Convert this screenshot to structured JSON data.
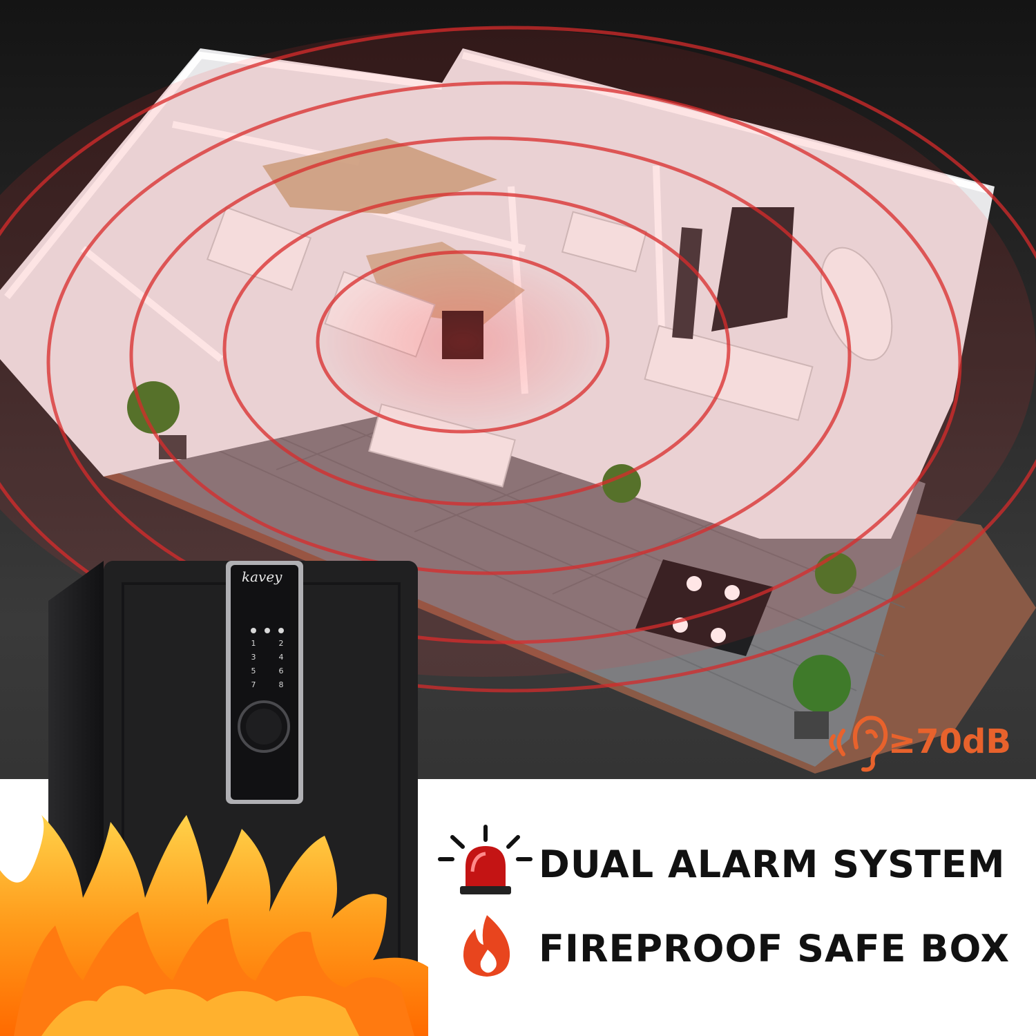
{
  "brand": {
    "name": "kavey",
    "logo_icon": "kavey-logo-icon"
  },
  "alarm": {
    "decibel_label": "≥70dB",
    "sound_icon": "ear-sound-icon",
    "color": "#e8622c"
  },
  "features": [
    {
      "label": "DUAL ALARM SYSTEM",
      "icon": "siren-icon"
    },
    {
      "label": "FIREPROOF SAFE BOX",
      "icon": "flame-icon"
    }
  ],
  "colors": {
    "accent": "#e8622c",
    "alarm_wave": "#e03030",
    "safe_body": "#1c1c1e",
    "panel": "#ffffff"
  }
}
